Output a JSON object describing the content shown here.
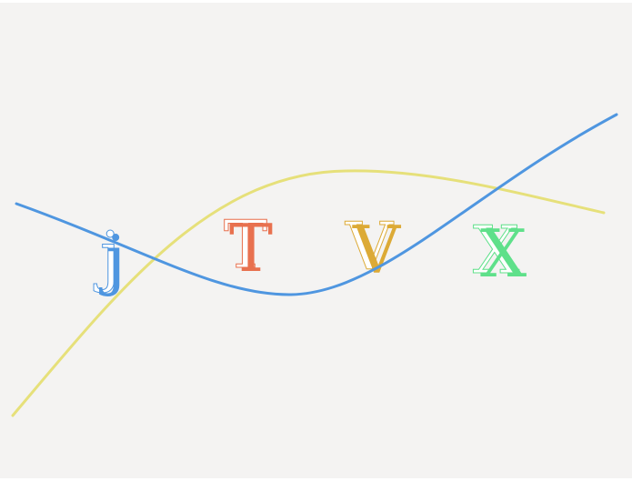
{
  "letters": [
    {
      "char": "j",
      "color": "#4f96e0"
    },
    {
      "char": "T",
      "color": "#e8714f"
    },
    {
      "char": "V",
      "color": "#dcaa36"
    },
    {
      "char": "X",
      "color": "#5fe08a"
    }
  ],
  "curves": [
    {
      "name": "yellow-curve",
      "color": "#e6e07a"
    },
    {
      "name": "blue-curve",
      "color": "#4f96e0"
    }
  ]
}
